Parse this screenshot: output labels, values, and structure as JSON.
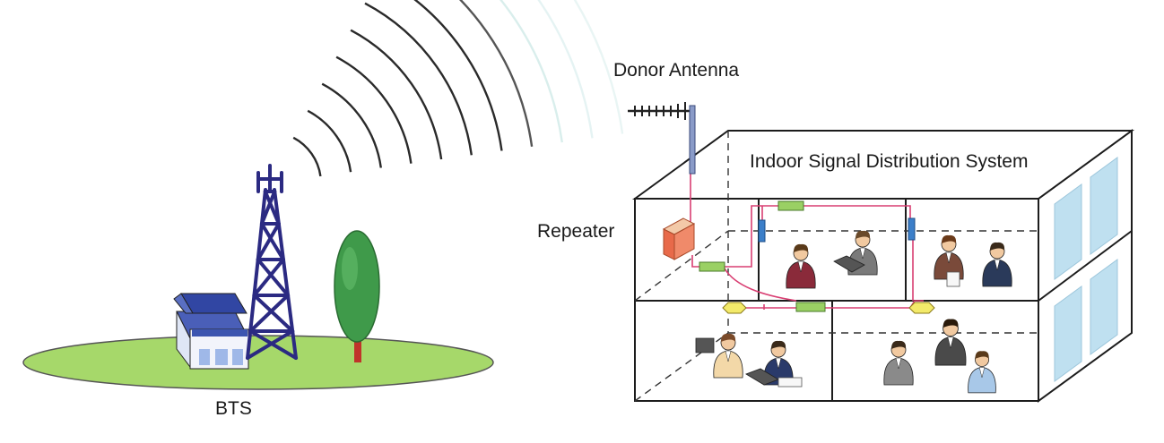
{
  "labels": {
    "donor_antenna": "Donor Antenna",
    "repeater": "Repeater",
    "indoor_system": "Indoor Signal Distribution System",
    "bts": "BTS"
  },
  "icons": {
    "tower": "cell-tower-icon",
    "station": "base-station-building-icon",
    "tree": "tree-icon",
    "antenna": "yagi-antenna-icon",
    "repeater": "repeater-box-icon",
    "indoor_antenna": "indoor-antenna-icon",
    "splitter": "splitter-icon",
    "coupler": "coupler-icon",
    "person": "person-icon"
  },
  "colors": {
    "ground": "#a6d86a",
    "tower": "#2b2a82",
    "wave": "#2a2a2a",
    "cable": "#d93e72",
    "antenna_blue": "#3c7fc9",
    "splitter_green": "#9ad064",
    "coupler_yellow": "#f3ea6a",
    "tree": "#3f9a4a",
    "window": "#bfe0f0"
  }
}
